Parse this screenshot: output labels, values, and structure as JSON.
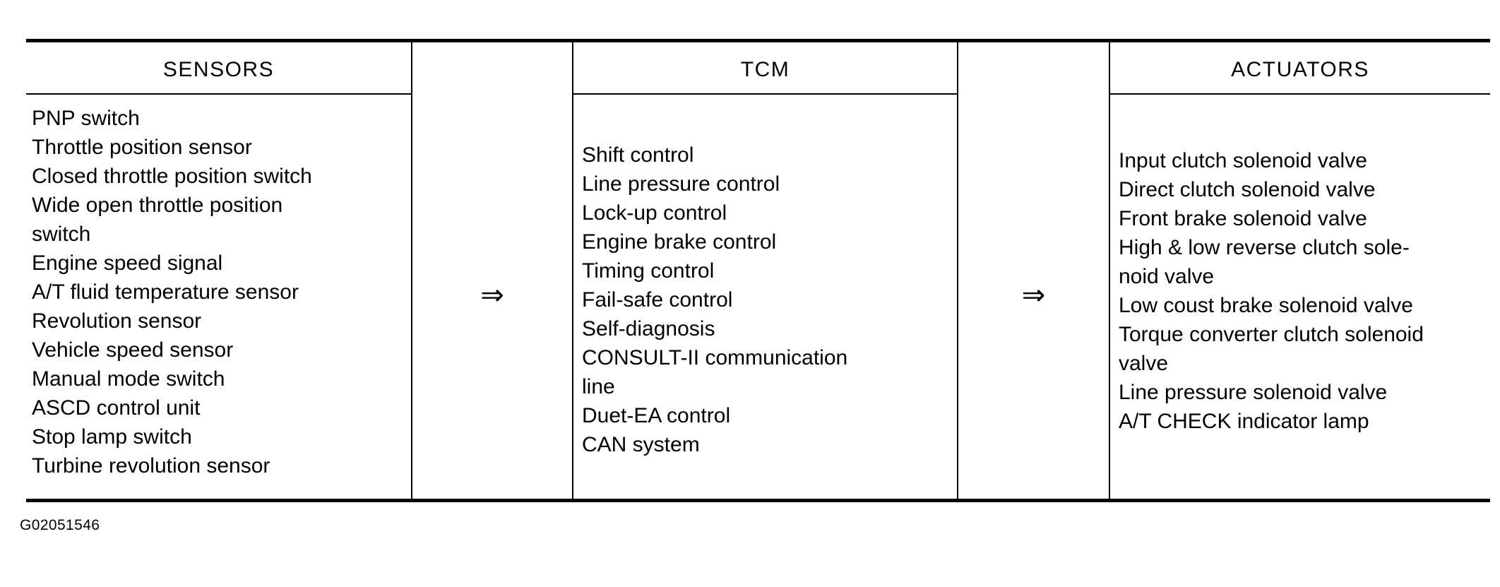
{
  "figure": {
    "caption": "G02051546",
    "arrow_symbol": "⇒"
  },
  "columns": {
    "sensors": {
      "header": "SENSORS",
      "items": [
        "PNP switch",
        "Throttle position sensor",
        "Closed throttle position switch",
        "Wide open throttle position",
        "switch",
        "Engine speed signal",
        "A/T fluid temperature sensor",
        "Revolution sensor",
        "Vehicle speed sensor",
        "Manual mode switch",
        "ASCD control unit",
        "Stop lamp switch",
        "Turbine revolution sensor"
      ]
    },
    "tcm": {
      "header": "TCM",
      "items": [
        "Shift control",
        "Line pressure control",
        "Lock-up control",
        "Engine brake control",
        "Timing control",
        "Fail-safe control",
        "Self-diagnosis",
        "CONSULT-II communication",
        "line",
        "Duet-EA control",
        "CAN system"
      ]
    },
    "actuators": {
      "header": "ACTUATORS",
      "items": [
        "Input clutch solenoid valve",
        "Direct clutch solenoid valve",
        "Front brake solenoid valve",
        "High & low reverse clutch  sole-",
        "noid valve",
        "Low coust brake solenoid valve",
        "Torque converter clutch solenoid",
        "valve",
        "Line pressure solenoid valve",
        "A/T CHECK indicator lamp"
      ]
    }
  }
}
